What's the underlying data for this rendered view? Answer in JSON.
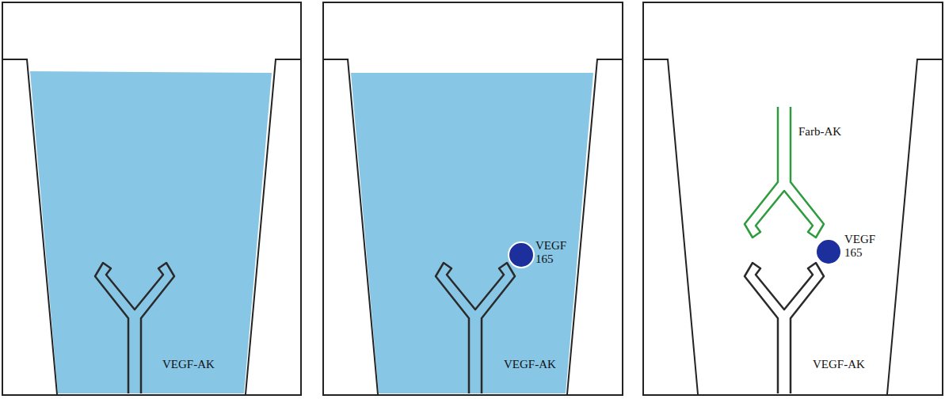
{
  "diagram": {
    "labels": [
      "VEGF-AK",
      "VEGF 165",
      "VEGF-AK",
      "Farb-AK",
      "VEGF 165",
      "VEGF-AK"
    ]
  }
}
